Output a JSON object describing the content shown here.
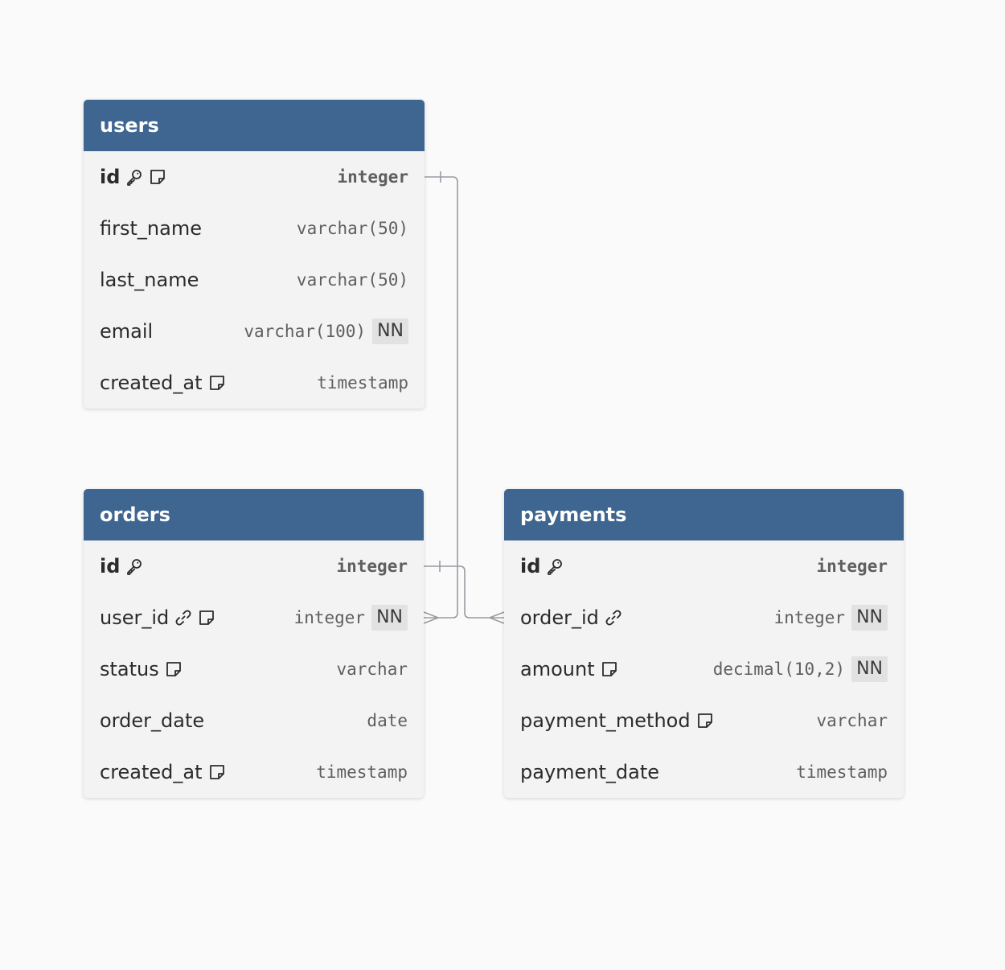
{
  "colors": {
    "background": "#fafafa",
    "header": "#3f6690",
    "row_background": "#f3f3f3",
    "connector": "#9a9aa2"
  },
  "tables": [
    {
      "name": "users",
      "columns": [
        {
          "name": "id",
          "type": "integer",
          "pk": true,
          "icons": [
            "key-icon",
            "note-icon"
          ],
          "badge": ""
        },
        {
          "name": "first_name",
          "type": "varchar(50)",
          "pk": false,
          "icons": [],
          "badge": ""
        },
        {
          "name": "last_name",
          "type": "varchar(50)",
          "pk": false,
          "icons": [],
          "badge": ""
        },
        {
          "name": "email",
          "type": "varchar(100)",
          "pk": false,
          "icons": [],
          "badge": "NN"
        },
        {
          "name": "created_at",
          "type": "timestamp",
          "pk": false,
          "icons": [
            "note-icon"
          ],
          "badge": ""
        }
      ]
    },
    {
      "name": "orders",
      "columns": [
        {
          "name": "id",
          "type": "integer",
          "pk": true,
          "icons": [
            "key-icon"
          ],
          "badge": ""
        },
        {
          "name": "user_id",
          "type": "integer",
          "pk": false,
          "icons": [
            "link-icon",
            "note-icon"
          ],
          "badge": "NN"
        },
        {
          "name": "status",
          "type": "varchar",
          "pk": false,
          "icons": [
            "note-icon"
          ],
          "badge": ""
        },
        {
          "name": "order_date",
          "type": "date",
          "pk": false,
          "icons": [],
          "badge": ""
        },
        {
          "name": "created_at",
          "type": "timestamp",
          "pk": false,
          "icons": [
            "note-icon"
          ],
          "badge": ""
        }
      ]
    },
    {
      "name": "payments",
      "columns": [
        {
          "name": "id",
          "type": "integer",
          "pk": true,
          "icons": [
            "key-icon"
          ],
          "badge": ""
        },
        {
          "name": "order_id",
          "type": "integer",
          "pk": false,
          "icons": [
            "link-icon"
          ],
          "badge": "NN"
        },
        {
          "name": "amount",
          "type": "decimal(10,2)",
          "pk": false,
          "icons": [
            "note-icon"
          ],
          "badge": "NN"
        },
        {
          "name": "payment_method",
          "type": "varchar",
          "pk": false,
          "icons": [
            "note-icon"
          ],
          "badge": ""
        },
        {
          "name": "payment_date",
          "type": "timestamp",
          "pk": false,
          "icons": [],
          "badge": ""
        }
      ]
    }
  ],
  "relationships": [
    {
      "from_table": "users",
      "from_column": "id",
      "from_cardinality": "one",
      "to_table": "orders",
      "to_column": "user_id",
      "to_cardinality": "many"
    },
    {
      "from_table": "orders",
      "from_column": "id",
      "from_cardinality": "one",
      "to_table": "payments",
      "to_column": "order_id",
      "to_cardinality": "many"
    }
  ]
}
